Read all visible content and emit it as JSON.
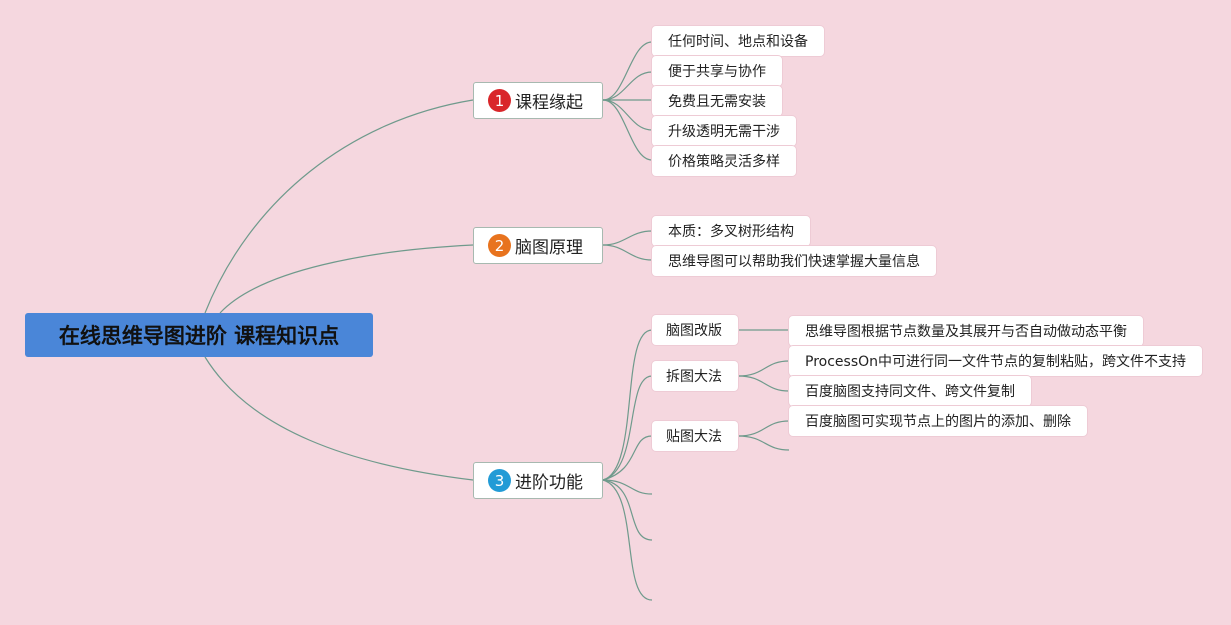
{
  "root": {
    "label": "在线思维导图进阶 课程知识点"
  },
  "branches": [
    {
      "number": "1",
      "label": "课程缘起",
      "color": "#d9262a",
      "leaves": [
        "任何时间、地点和设备",
        "便于共享与协作",
        "免费且无需安装",
        "升级透明无需干涉",
        "价格策略灵活多样"
      ]
    },
    {
      "number": "2",
      "label": "脑图原理",
      "color": "#e8731e",
      "leaves": [
        "本质：多叉树形结构",
        "思维导图可以帮助我们快速掌握大量信息"
      ]
    },
    {
      "number": "3",
      "label": "进阶功能",
      "color": "#229bd6",
      "subtopics": [
        {
          "label": "脑图改版",
          "details": [
            "思维导图根据节点数量及其展开与否自动做动态平衡"
          ]
        },
        {
          "label": "拆图大法",
          "details": [
            "ProcessOn中可进行同一文件节点的复制粘贴，跨文件不支持",
            "百度脑图支持同文件、跨文件复制"
          ]
        },
        {
          "label": "贴图大法",
          "details": [
            "百度脑图可实现节点上的图片的添加、删除"
          ]
        }
      ]
    }
  ]
}
